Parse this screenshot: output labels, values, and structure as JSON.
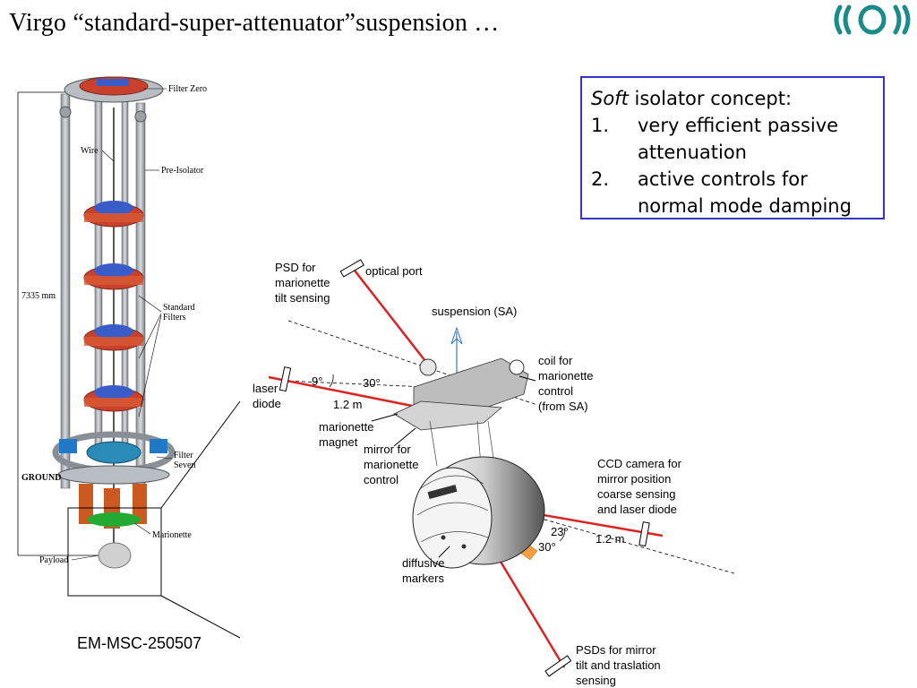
{
  "title": "Virgo “standard-super-attenuator”suspension …",
  "logo": {
    "icon": "virgo-logo-icon",
    "color": "#1a8a8a"
  },
  "concept": {
    "heading_em": "Soft",
    "heading_rest": " isolator concept:",
    "items": [
      {
        "num": "1.",
        "line1": "very efficient passive",
        "line2": "attenuation"
      },
      {
        "num": "2.",
        "line1": "active controls for",
        "line2": "normal mode damping"
      }
    ],
    "border_color": "#3333cc"
  },
  "suspension": {
    "labels": {
      "filter_zero": "Filter Zero",
      "wire": "Wire",
      "pre_isolator": "Pre-Isolator",
      "height": "7335 mm",
      "standard_filters_1": "Standard",
      "standard_filters_2": "Filters",
      "filter_seven_1": "Filter",
      "filter_seven_2": "Seven",
      "ground": "GROUND",
      "marionette": "Marionette",
      "payload": "Payload"
    }
  },
  "detail": {
    "labels": {
      "psd_tilt_1": "PSD for",
      "psd_tilt_2": "marionette",
      "psd_tilt_3": "tilt sensing",
      "optical_port": "optical port",
      "suspension_sa": "suspension (SA)",
      "coil_1": "coil for",
      "coil_2": "marionette",
      "coil_3": "control",
      "coil_4": "(from SA)",
      "laser_1": "laser",
      "laser_2": "diode",
      "angle_9": "9°",
      "angle_30_top": "30°",
      "dist_top": "1.2 m",
      "magnet_1": "marionette",
      "magnet_2": "magnet",
      "mirror_1": "mirror for",
      "mirror_2": "marionette",
      "mirror_3": "control",
      "ccd_1": "CCD camera for",
      "ccd_2": "mirror position",
      "ccd_3": "coarse sensing",
      "ccd_4": "and laser diode",
      "angle_23": "23°",
      "angle_30_bottom": "30°",
      "dist_bottom": "1.2 m",
      "markers_1": "diffusive",
      "markers_2": "markers",
      "psds_1": "PSDs for mirror",
      "psds_2": "tilt and traslation",
      "psds_3": "sensing"
    },
    "beam_color": "#dd2222"
  },
  "caption": "EM-MSC-250507"
}
